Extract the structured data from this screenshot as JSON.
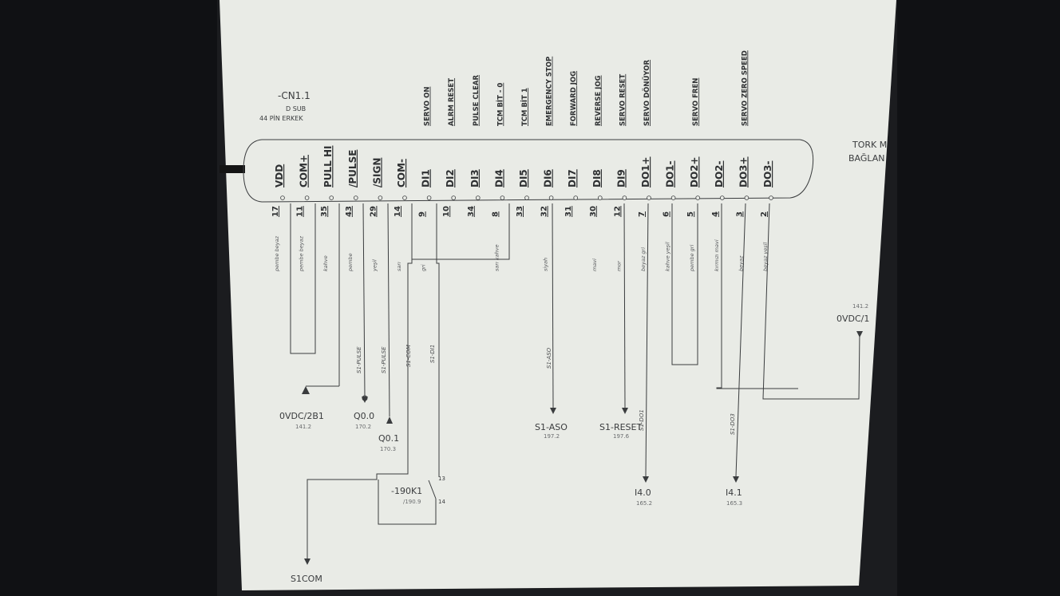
{
  "connector": {
    "title": "-CN1.1",
    "subtitle1": "D SUB",
    "subtitle2": "44 PİN  ERKEK"
  },
  "side_note": {
    "line1": "TORK M",
    "line2": "BAĞLAN"
  },
  "pins": [
    {
      "name": "VDD",
      "num": "17",
      "wire": "pembe beyaz",
      "func": ""
    },
    {
      "name": "COM+",
      "num": "11",
      "wire": "pembe beyaz",
      "func": ""
    },
    {
      "name": "PULL HI",
      "num": "35",
      "wire": "kahve",
      "func": ""
    },
    {
      "name": "/PULSE",
      "num": "43",
      "wire": "pembe",
      "func": ""
    },
    {
      "name": "/SIGN",
      "num": "29",
      "wire": "yeşil",
      "func": ""
    },
    {
      "name": "COM-",
      "num": "14",
      "wire": "sarı",
      "func": ""
    },
    {
      "name": "DI1",
      "num": "9",
      "wire": "gri",
      "func": "SERVO ON"
    },
    {
      "name": "DI2",
      "num": "10",
      "wire": "",
      "func": "ALRM RESET"
    },
    {
      "name": "DI3",
      "num": "34",
      "wire": "",
      "func": "PULSE CLEAR"
    },
    {
      "name": "DI4",
      "num": "8",
      "wire": "sarı kahve",
      "func": "TCM BİT - 0"
    },
    {
      "name": "DI5",
      "num": "33",
      "wire": "",
      "func": "TCM BİT 1"
    },
    {
      "name": "DI6",
      "num": "32",
      "wire": "siyah",
      "func": "EMERGENCY STOP"
    },
    {
      "name": "DI7",
      "num": "31",
      "wire": "",
      "func": "FORWARD JOG"
    },
    {
      "name": "DI8",
      "num": "30",
      "wire": "mavi",
      "func": "REVERSE JOG"
    },
    {
      "name": "DI9",
      "num": "12",
      "wire": "mor",
      "func": "SERVO RESET"
    },
    {
      "name": "DO1+",
      "num": "7",
      "wire": "beyaz gri",
      "func": "SERVO DÖNÜYOR"
    },
    {
      "name": "DO1-",
      "num": "6",
      "wire": "kahve yeşil",
      "func": ""
    },
    {
      "name": "DO2+",
      "num": "5",
      "wire": "pembe gri",
      "func": "SERVO FREN"
    },
    {
      "name": "DO2-",
      "num": "4",
      "wire": "kırmızı mavi",
      "func": ""
    },
    {
      "name": "DO3+",
      "num": "3",
      "wire": "beyaz",
      "func": "SERVO ZERO SPEED"
    },
    {
      "name": "DO3-",
      "num": "2",
      "wire": "beyaz yeşil",
      "func": ""
    }
  ],
  "wire_tags": {
    "s1_pulse_a": "S1-PULSE",
    "s1_pulse_b": "S1-PULSE",
    "s1_com": "S1-COM",
    "s1_di1": "S1-DI1",
    "s1_aso": "S1-ASO",
    "s1_do1": "S1-DO1",
    "s1_do3": "S1-DO3"
  },
  "terminals": [
    {
      "id": "0vdc_2b1",
      "label": "0VDC/2B1",
      "ref": "141.2"
    },
    {
      "id": "q00",
      "label": "Q0.0",
      "ref": "170.2"
    },
    {
      "id": "q01",
      "label": "Q0.1",
      "ref": "170.3"
    },
    {
      "id": "s1aso",
      "label": "S1-ASO",
      "ref": "197.2"
    },
    {
      "id": "s1reset",
      "label": "S1-RESET",
      "ref": "197.6"
    },
    {
      "id": "i40",
      "label": "I4.0",
      "ref": "165.2"
    },
    {
      "id": "i41",
      "label": "I4.1",
      "ref": "165.3"
    },
    {
      "id": "0vdc_right",
      "label": "0VDC/1",
      "ref": "141.2"
    },
    {
      "id": "s1com",
      "label": "S1COM",
      "ref": ""
    }
  ],
  "relay": {
    "label": "-190K1",
    "ref": "/190.9",
    "contact_a": "13",
    "contact_b": "14"
  },
  "colors": {
    "paper": "#e9ebe6",
    "ink": "#3a3c3e",
    "bezel": "#1b1c1f"
  }
}
